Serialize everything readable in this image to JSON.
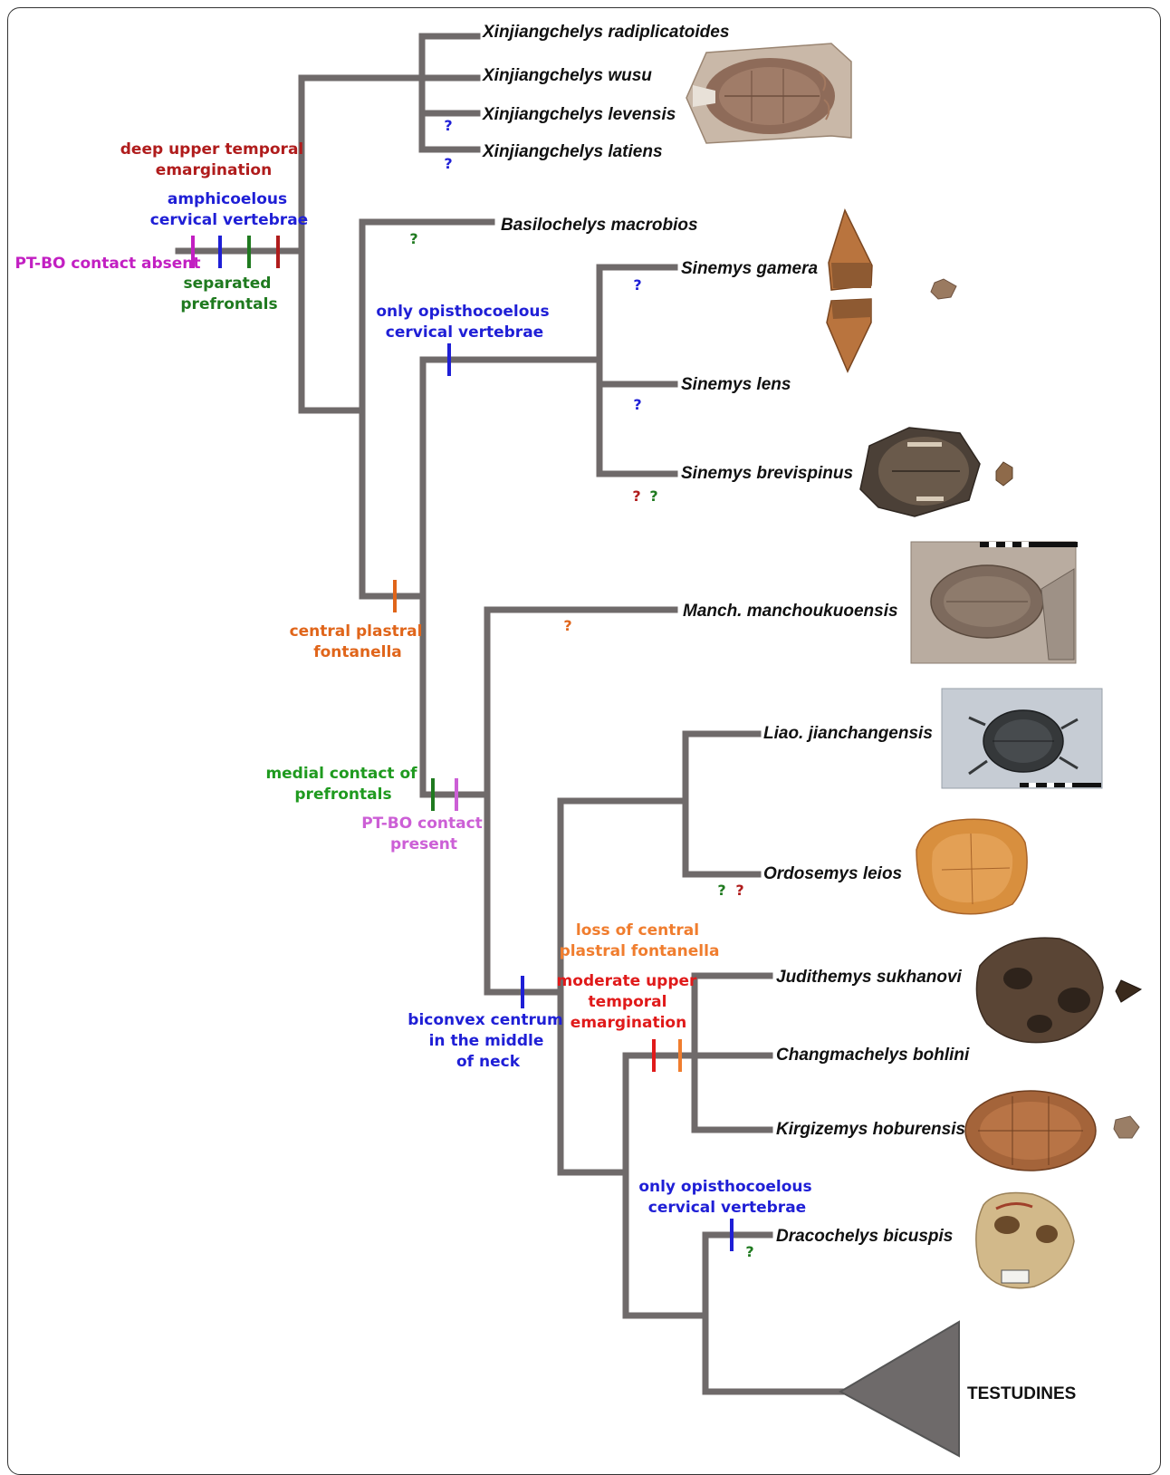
{
  "taxa": {
    "radiplicatoides": "Xinjiangchelys radiplicatoides",
    "wusu": "Xinjiangchelys wusu",
    "levensis": "Xinjiangchelys levensis",
    "latiens": "Xinjiangchelys latiens",
    "basilochelys": "Basilochelys macrobios",
    "gamera": "Sinemys gamera",
    "lens": "Sinemys lens",
    "brevispinus": "Sinemys brevispinus",
    "manch": "Manch. manchoukuoensis",
    "liao": "Liao. jianchangensis",
    "ordosemys": "Ordosemys leios",
    "judithemys": "Judithemys sukhanovi",
    "changmachelys": "Changmachelys bohlini",
    "kirgizemys": "Kirgizemys hoburensis",
    "dracochelys": "Dracochelys bicuspis",
    "testudines": "TESTUDINES"
  },
  "characters": {
    "deep_temporal_1": "deep upper temporal",
    "deep_temporal_2": "emargination",
    "amphicoelous_1": "amphicoelous",
    "amphicoelous_2": "cervical vertebrae",
    "ptbo_absent": "PT-BO contact absent",
    "sep_prefrontals_1": "separated",
    "sep_prefrontals_2": "prefrontals",
    "opistho_1a": "only opisthocoelous",
    "opistho_1b": "cervical vertebrae",
    "central_font_1": "central plastral",
    "central_font_2": "fontanella",
    "medial_prefrontals_1": "medial contact of",
    "medial_prefrontals_2": "prefrontals",
    "ptbo_present_1": "PT-BO contact",
    "ptbo_present_2": "present",
    "loss_font_1": "loss of central",
    "loss_font_2": "plastral fontanella",
    "moderate_1": "moderate upper",
    "moderate_2": "temporal",
    "moderate_3": "emargination",
    "biconvex_1": "biconvex centrum",
    "biconvex_2": "in the middle",
    "biconvex_3": "of neck",
    "opistho_2a": "only opisthocoelous",
    "opistho_2b": "cervical vertebrae"
  },
  "question_mark": "?",
  "colors": {
    "branch": "#6f6a6a",
    "dark_red": "#b01c1c",
    "blue": "#1f1fd6",
    "green": "#1f7a1f",
    "magenta": "#c21fc2",
    "orange": "#e0651a",
    "light_orange": "#f07d2e",
    "red": "#e01a1a",
    "pink": "#cc5fd6",
    "clade_fill": "#6e6a6a"
  },
  "images": [
    "turtle-shell",
    "skull",
    "fossil-slab",
    "fossil-slab",
    "turtle-shell",
    "skull",
    "turtle-shell",
    "skull",
    "turtle-shell",
    "skull",
    "skull"
  ]
}
